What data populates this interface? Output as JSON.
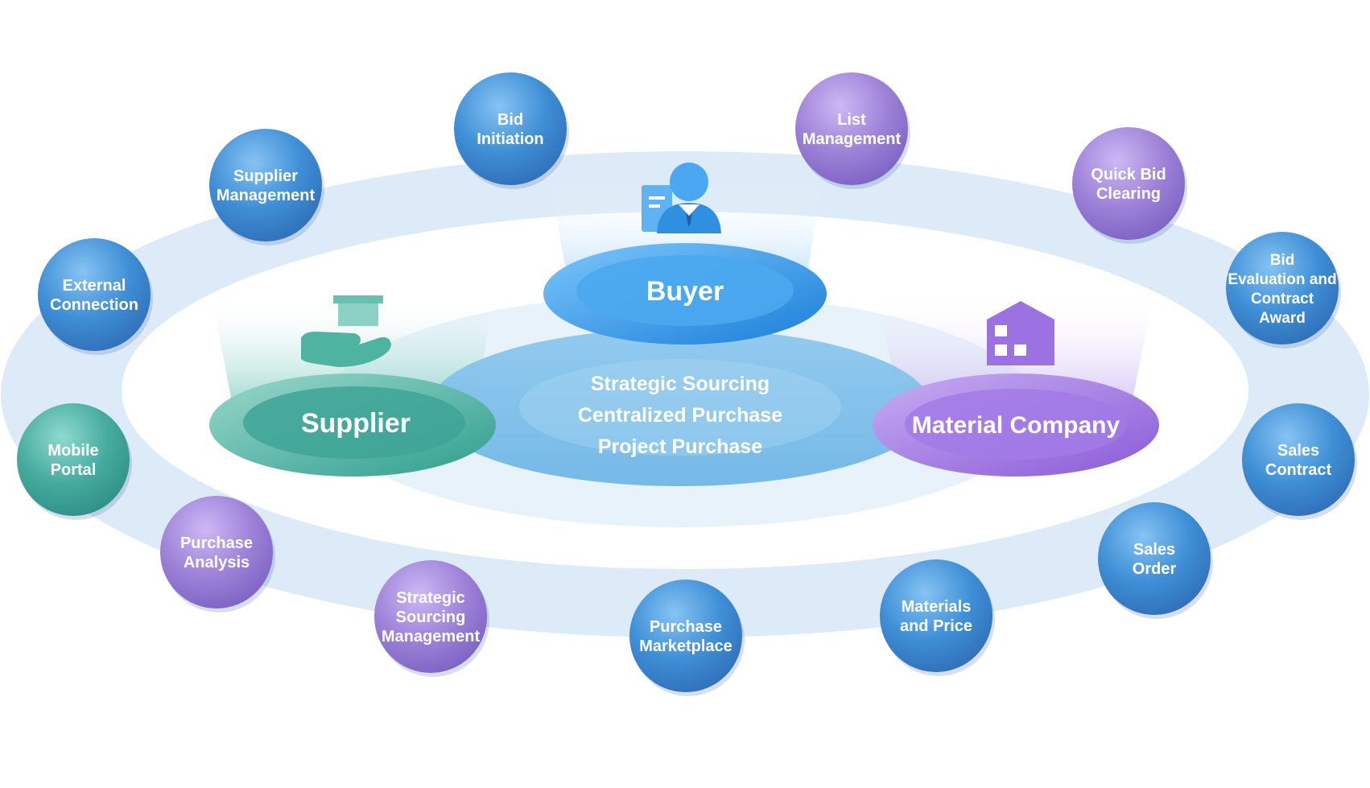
{
  "center": {
    "lines": [
      "Strategic Sourcing",
      "Centralized Purchase",
      "Project Purchase"
    ]
  },
  "hubs": {
    "buyer": {
      "label": "Buyer",
      "icon": "buyer-person-icon"
    },
    "supplier": {
      "label": "Supplier",
      "icon": "hand-box-icon"
    },
    "material": {
      "label": "Material Company",
      "icon": "warehouse-icon"
    }
  },
  "modules": [
    {
      "id": "bid-initiation",
      "lines": [
        "Bid",
        "Initiation"
      ],
      "color": "blue"
    },
    {
      "id": "list-management",
      "lines": [
        "List",
        "Management"
      ],
      "color": "purple"
    },
    {
      "id": "supplier-management",
      "lines": [
        "Supplier",
        "Management"
      ],
      "color": "blue"
    },
    {
      "id": "quick-bid-clearing",
      "lines": [
        "Quick Bid",
        "Clearing"
      ],
      "color": "purple"
    },
    {
      "id": "external-connection",
      "lines": [
        "External",
        "Connection"
      ],
      "color": "blue"
    },
    {
      "id": "bid-evaluation",
      "lines": [
        "Bid",
        "Evaluation and",
        "Contract",
        "Award"
      ],
      "color": "blue"
    },
    {
      "id": "mobile-portal",
      "lines": [
        "Mobile",
        "Portal"
      ],
      "color": "teal"
    },
    {
      "id": "sales-contract",
      "lines": [
        "Sales",
        "Contract"
      ],
      "color": "blue"
    },
    {
      "id": "purchase-analysis",
      "lines": [
        "Purchase",
        "Analysis"
      ],
      "color": "purple"
    },
    {
      "id": "sales-order",
      "lines": [
        "Sales",
        "Order"
      ],
      "color": "blue"
    },
    {
      "id": "strategic-sourcing-management",
      "lines": [
        "Strategic",
        "Sourcing",
        "Management"
      ],
      "color": "purple"
    },
    {
      "id": "materials-and-price",
      "lines": [
        "Materials",
        "and Price"
      ],
      "color": "blue"
    },
    {
      "id": "purchase-marketplace",
      "lines": [
        "Purchase",
        "Marketplace"
      ],
      "color": "blue"
    }
  ],
  "colors": {
    "ring": "#dbeaf6",
    "blue_node": "#3a86cf",
    "purple_node": "#9d7fd6",
    "teal_node": "#3fa79c",
    "buyer": "#2f95e6",
    "supplier": "#3fb0a0",
    "material": "#a077e0"
  }
}
